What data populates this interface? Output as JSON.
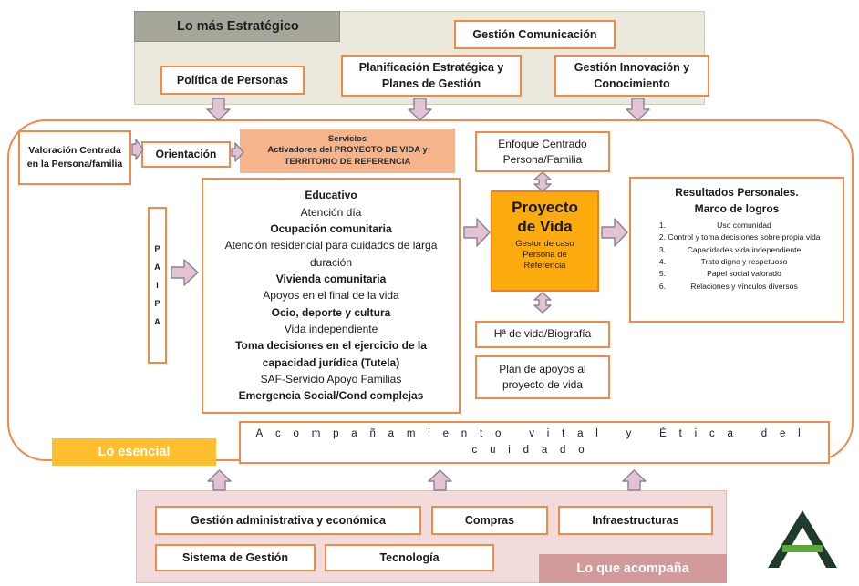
{
  "top_band": {
    "title": "Lo más Estratégico",
    "boxes": {
      "comunicacion": "Gestión Comunicación",
      "politica": "Política de Personas",
      "planificacion": "Planificación Estratégica y Planes de Gestión",
      "innovacion": "Gestión Innovación y Conocimiento"
    }
  },
  "left": {
    "valoracion": "Valoración Centrada en la Persona/familia",
    "orientacion": "Orientación",
    "paipa": [
      "P",
      "A",
      "I",
      "P",
      "A"
    ]
  },
  "servicios": {
    "title": "Servicios",
    "subtitle": "Activadores del PROYECTO DE VIDA y TERRITORIO DE REFERENCIA"
  },
  "services_list": [
    {
      "text": "Educativo",
      "bold": true
    },
    {
      "text": "Atención día",
      "bold": false
    },
    {
      "text": "Ocupación comunitaria",
      "bold": true
    },
    {
      "text": "Atención residencial para cuidados de larga duración",
      "bold": false
    },
    {
      "text": "Vivienda comunitaria",
      "bold": true
    },
    {
      "text": "Apoyos en el final de la vida",
      "bold": false
    },
    {
      "text": "Ocio, deporte y cultura",
      "bold": true
    },
    {
      "text": "Vida independiente",
      "bold": false
    },
    {
      "text": "Toma decisiones en el ejercicio de la capacidad jurídica (Tutela)",
      "bold": true
    },
    {
      "text": "SAF-Servicio Apoyo Familias",
      "bold": false
    },
    {
      "text": "Emergencia Social/Cond complejas",
      "bold": true
    }
  ],
  "center": {
    "enfoque": "Enfoque Centrado Persona/Familia",
    "proyecto_title": "Proyecto de Vida",
    "proyecto_sub": "Gestor de caso Persona de Referencia",
    "biografia": "Hª de vida/Biografía",
    "plan": "Plan de apoyos al proyecto de vida"
  },
  "resultados": {
    "title": "Resultados Personales.",
    "subtitle": "Marco de logros",
    "items": [
      "Uso comunidad",
      "Control y toma decisiones sobre propia vida",
      "Capacidades vida independiente",
      "Trato digno y respetuoso",
      "Papel social valorado",
      "Relaciones y vínculos diversos"
    ]
  },
  "acompanamiento": "Acompañamiento vital y Ética del cuidado",
  "esencial_label": "Lo esencial",
  "bottom_band": {
    "label": "Lo que acompaña",
    "boxes": {
      "gestion_admin": "Gestión administrativa y económica",
      "compras": "Compras",
      "infraestructuras": "Infraestructuras",
      "sistema": "Sistema de Gestión",
      "tecnologia": "Tecnología"
    }
  },
  "colors": {
    "orange_border": "#f08a4b",
    "proyecto_fill": "#fbab0d",
    "servicios_fill": "#f6b48c",
    "esencial_fill": "#fdbf2d",
    "arrow_fill": "#e3c2d4",
    "logo_dark": "#1f3b2b",
    "logo_green": "#5aa83c"
  }
}
